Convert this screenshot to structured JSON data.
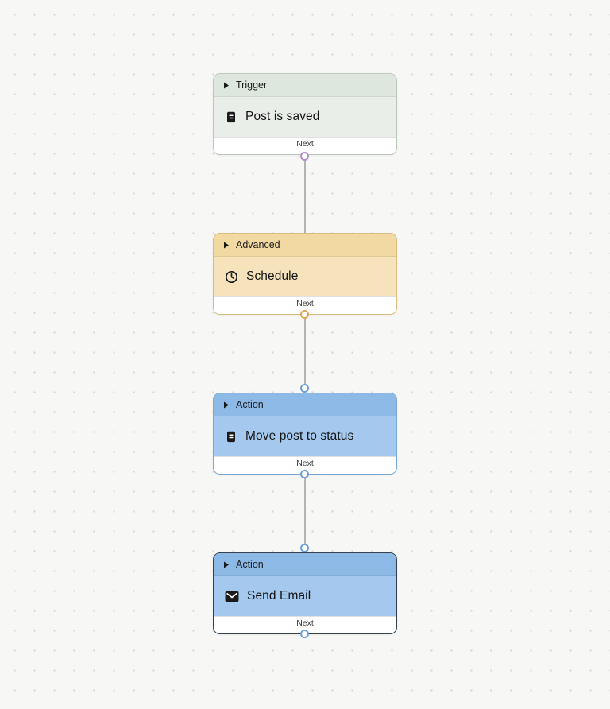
{
  "canvas": {
    "background": "#f7f7f5",
    "dot_color": "#d4d4d2",
    "connector_color": "#b3b3b3"
  },
  "nodes": [
    {
      "category": "Trigger",
      "title": "Post is saved",
      "icon": "document-icon",
      "next_label": "Next",
      "colors": {
        "header": "#dde7dd",
        "body": "#e9efe8",
        "border": "#bdc9bd"
      }
    },
    {
      "category": "Advanced",
      "title": "Schedule",
      "icon": "clock-icon",
      "next_label": "Next",
      "colors": {
        "header": "#f2d8a1",
        "body": "#f6e3bc",
        "border": "#d9bd80"
      }
    },
    {
      "category": "Action",
      "title": "Move post to status",
      "icon": "document-icon",
      "next_label": "Next",
      "colors": {
        "header": "#8cb9e6",
        "body": "#a4c8ee",
        "border": "#7aa9d9"
      }
    },
    {
      "category": "Action",
      "title": "Send Email",
      "icon": "envelope-icon",
      "next_label": "Next",
      "colors": {
        "header": "#8cb9e6",
        "body": "#a4c8ee",
        "border": "#33424f"
      }
    }
  ],
  "ports": [
    {
      "from_node": "Trigger",
      "side": "bottom",
      "color": "#b48cc6"
    },
    {
      "from_node": "Advanced",
      "side": "bottom",
      "color": "#d9a852"
    },
    {
      "to_node": "Action",
      "side": "top",
      "color": "#6b9fd6"
    },
    {
      "from_node": "Action",
      "side": "bottom",
      "color": "#6b9fd6"
    },
    {
      "to_node": "Action",
      "side": "top",
      "color": "#6b9fd6"
    },
    {
      "from_node": "Action",
      "side": "bottom",
      "color": "#6b9fd6"
    }
  ]
}
